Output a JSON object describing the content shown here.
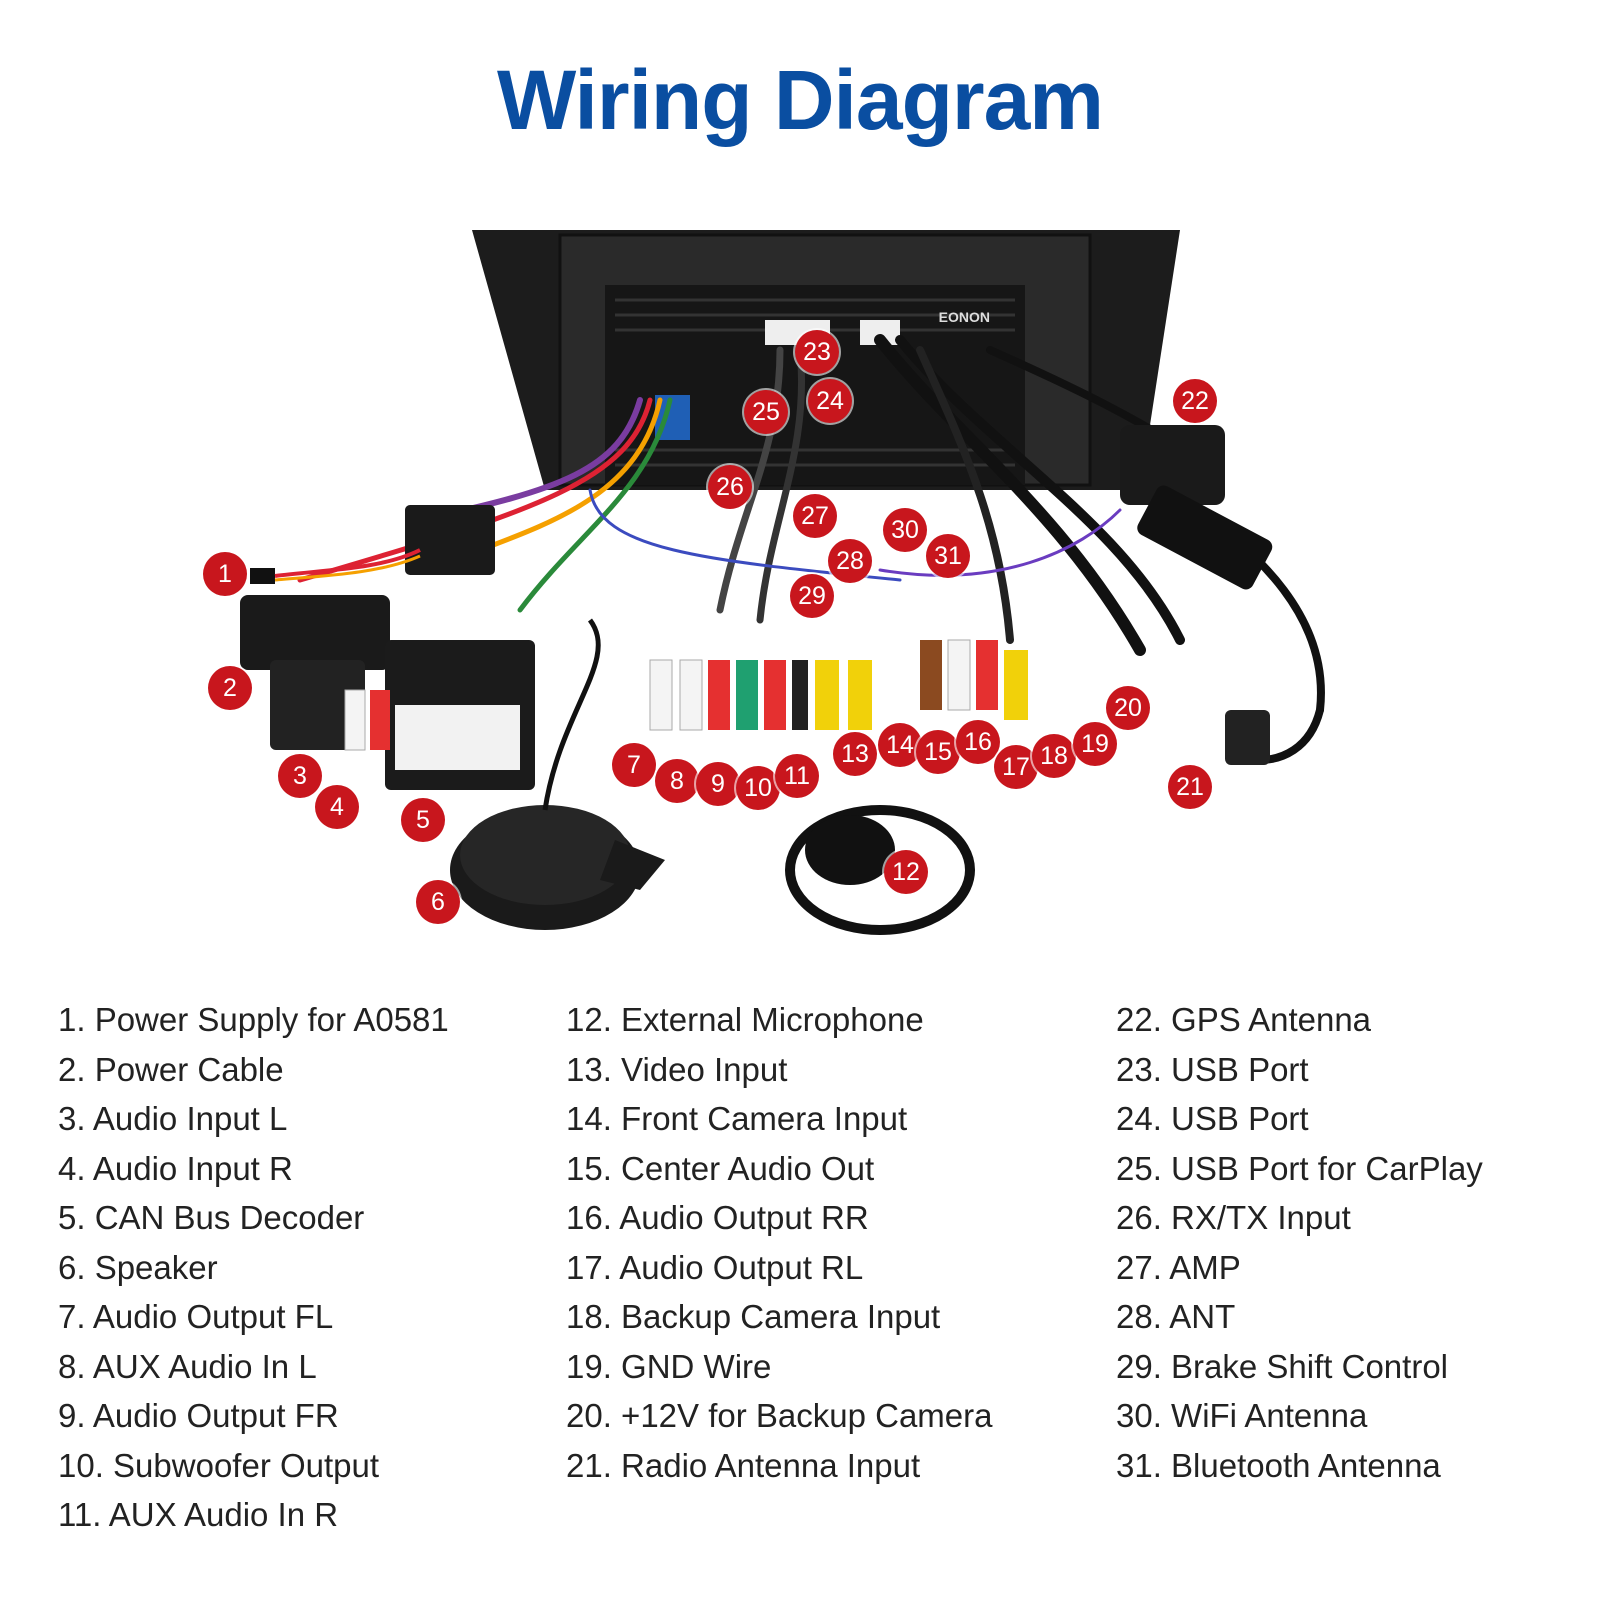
{
  "title": "Wiring Diagram",
  "brand_label": "EONON",
  "colors": {
    "title": "#0a4ea1",
    "badge": "#c8161d"
  },
  "badges": [
    "1",
    "2",
    "3",
    "4",
    "5",
    "6",
    "7",
    "8",
    "9",
    "10",
    "11",
    "12",
    "13",
    "14",
    "15",
    "16",
    "17",
    "18",
    "19",
    "20",
    "21",
    "22",
    "23",
    "24",
    "25",
    "26",
    "27",
    "28",
    "29",
    "30",
    "31"
  ],
  "legend": {
    "col1": [
      "1. Power Supply for A0581",
      "2. Power Cable",
      "3. Audio Input L",
      "4. Audio Input R",
      "5. CAN Bus Decoder",
      "6. Speaker",
      "7. Audio Output FL",
      "8. AUX Audio In L",
      "9. Audio Output FR",
      "10. Subwoofer Output",
      "11. AUX Audio In R"
    ],
    "col2": [
      "12. External Microphone",
      "13. Video Input",
      "14. Front Camera Input",
      "15. Center Audio Out",
      "16. Audio Output RR",
      "17. Audio Output RL",
      "18. Backup Camera Input",
      "19. GND Wire",
      "20. +12V for Backup Camera",
      "21. Radio Antenna Input"
    ],
    "col3": [
      "22. GPS Antenna",
      "23. USB Port",
      "24. USB Port",
      "25. USB Port for CarPlay",
      "26. RX/TX Input",
      "27. AMP",
      "28. ANT",
      "29. Brake Shift Control",
      "30. WiFi Antenna",
      "31. Bluetooth Antenna"
    ]
  }
}
